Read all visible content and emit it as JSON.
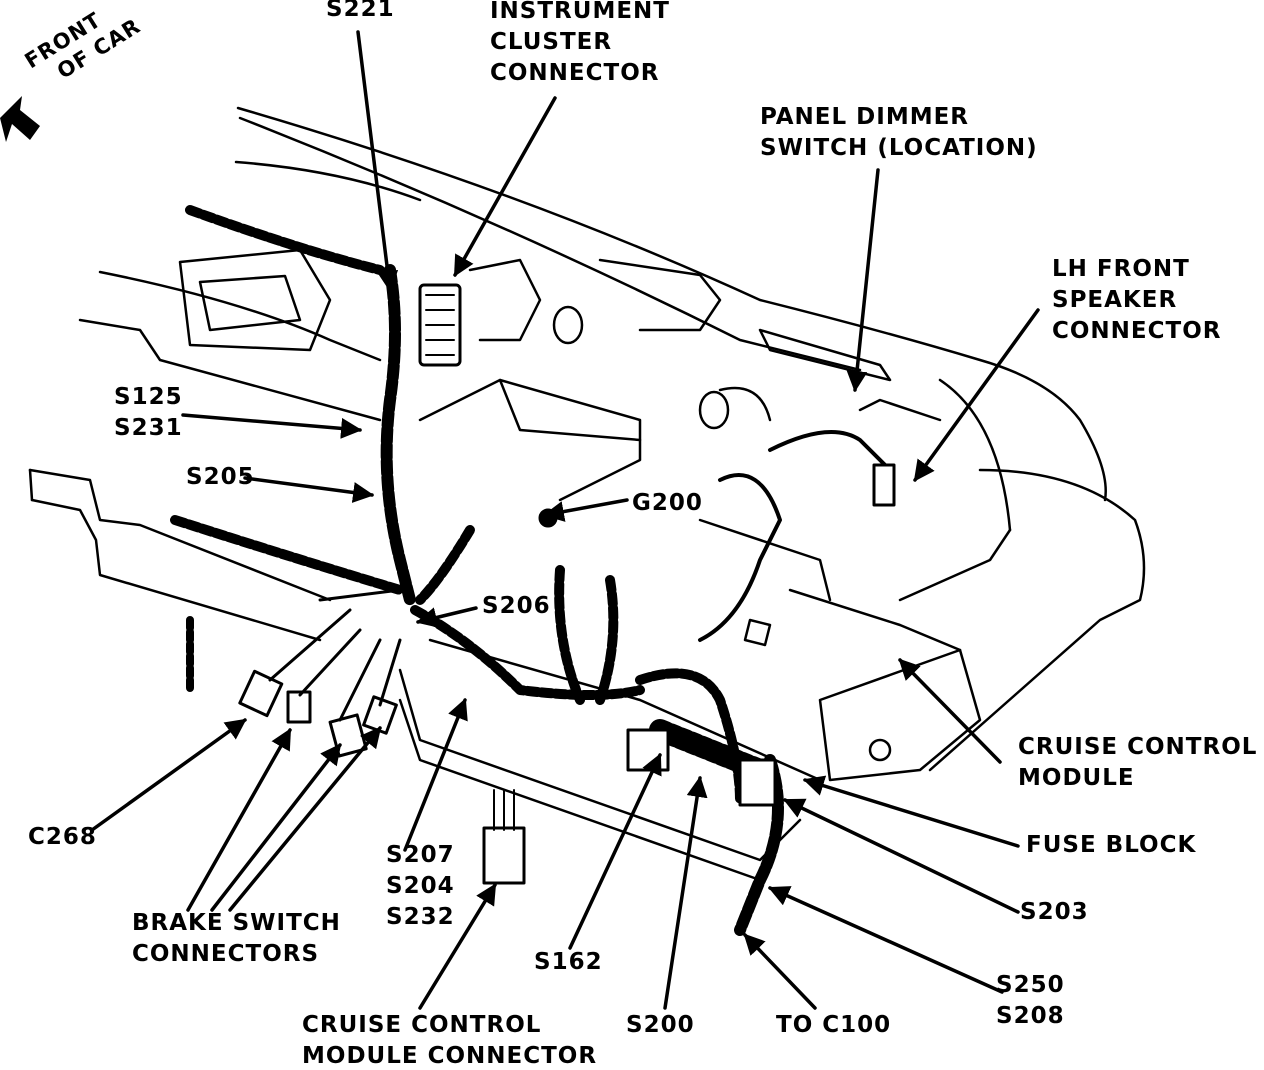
{
  "orientation": {
    "line1": "FRONT",
    "line2": "OF CAR"
  },
  "labels": {
    "s221": "S221",
    "instrument_cluster": [
      "INSTRUMENT",
      "CLUSTER",
      "CONNECTOR"
    ],
    "panel_dimmer": [
      "PANEL DIMMER",
      "SWITCH (LOCATION)"
    ],
    "lh_front_speaker": [
      "LH FRONT",
      "SPEAKER",
      "CONNECTOR"
    ],
    "s125_s231": [
      "S125",
      "S231"
    ],
    "s205": "S205",
    "g200": "G200",
    "s206": "S206",
    "cruise_control_module": [
      "CRUISE CONTROL",
      "MODULE"
    ],
    "fuse_block": "FUSE BLOCK",
    "c268": "C268",
    "s203": "S203",
    "s207_s204_s232": [
      "S207",
      "S204",
      "S232"
    ],
    "brake_switch": [
      "BRAKE SWITCH",
      "CONNECTORS"
    ],
    "s162": "S162",
    "s250_s208": [
      "S250",
      "S208"
    ],
    "cruise_control_module_connector": [
      "CRUISE CONTROL",
      "MODULE CONNECTOR"
    ],
    "s200": "S200",
    "to_c100": "TO C100"
  }
}
